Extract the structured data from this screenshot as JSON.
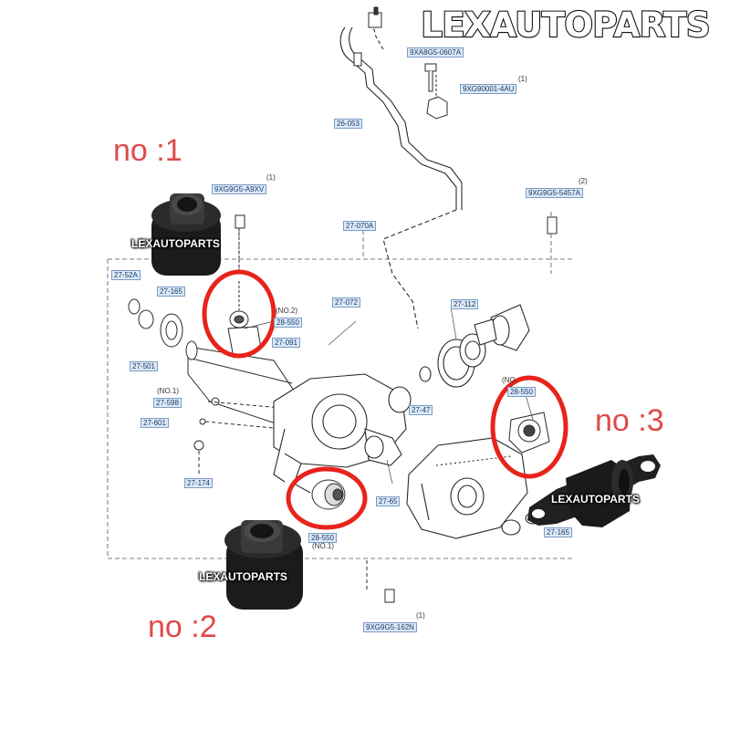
{
  "brand": {
    "main": "LEXAUTOPARTS",
    "tag_1": "LEXAUTOPARTS",
    "tag_2": "LEXAUTOPARTS",
    "tag_3": "LEXAUTOPARTS"
  },
  "labels": {
    "no1": "no :1",
    "no2": "no :2",
    "no3": "no :3"
  },
  "part_numbers": {
    "pn_top_bolt": "9XA8G5-0607A",
    "pn_top_clip": "9XG90001-4AU",
    "pn_hose": "26-053",
    "pn_left_bolt": "9XG9G5-A9XV",
    "pn_right_bolt": "9XG9G5-5457A",
    "pn_assembly": "27-070A",
    "pn_left_a": "27-52A",
    "pn_left_b": "27-165",
    "pn_left_c": "27-501",
    "pn_left_d": "27-598",
    "pn_left_e": "27-601",
    "pn_left_f": "27-174",
    "pn_mount_left": "28-550",
    "pn_breather": "27-091",
    "pn_center_pipe": "27-072",
    "pn_seal": "27-112",
    "pn_gasket": "27-47",
    "pn_mount_right": "28-550",
    "pn_bottom_mount": "28-550",
    "pn_right_bottom": "27-165",
    "pn_bottom_center": "27-65",
    "pn_bottom_bolt": "9XG9G5-162N"
  },
  "quantities": {
    "q_top_bolt": "(1)",
    "q_left_bolt": "(1)",
    "q_right_bolt": "(2)",
    "q_bottom_bolt": "(1)",
    "q_no2_left": "(NO.2)",
    "q_no1_left": "(NO.1)",
    "q_no1_bottom": "(NO.1)",
    "q_no_right": "(NO."
  },
  "colors": {
    "highlight_circle": "#e8231c",
    "label_red": "#e04a4a",
    "part_label_fill": "#dce9f6",
    "part_label_border": "#7a9cc6",
    "line_art": "#2a2a2a"
  }
}
